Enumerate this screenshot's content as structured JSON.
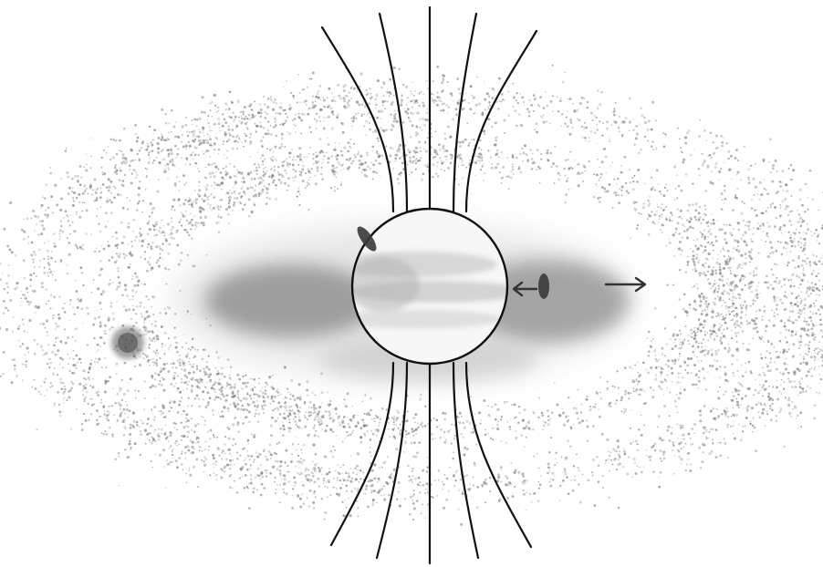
{
  "diagram": {
    "colors": {
      "background": "#ffffff",
      "line": "#111111",
      "planet_fill": "#f7f7f7",
      "haze": "#6f6f6f",
      "dust": "#7a7a7a",
      "moon": "#3a3a3a"
    },
    "elements": {
      "field_lines": "magnetic-field-lines",
      "planet": "central-planet",
      "belts": "dusty-ring-belts",
      "haze": "inner-plasma-haze",
      "moons": "small-moons",
      "arrows": "motion-arrows"
    }
  }
}
